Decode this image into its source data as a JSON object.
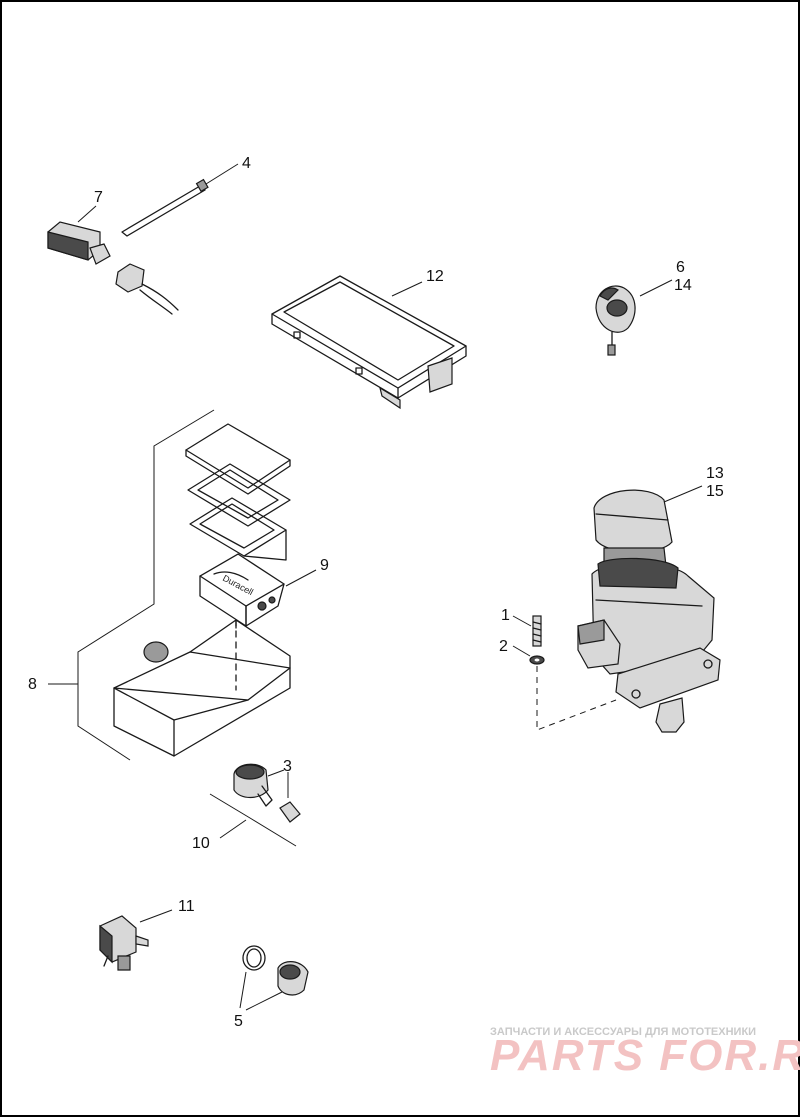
{
  "callouts": {
    "c1": "1",
    "c2": "2",
    "c3": "3",
    "c4": "4",
    "c5": "5",
    "c6": "6",
    "c7": "7",
    "c8": "8",
    "c9": "9",
    "c10": "10",
    "c11": "11",
    "c12": "12",
    "c13": "13",
    "c14": "14",
    "c15": "15"
  },
  "watermark": {
    "tagline": "ЗАПЧАСТИ И АКСЕССУАРЫ ДЛЯ МОТОТЕХНИКИ",
    "logo": "PARTS FOR.RU"
  },
  "colors": {
    "frame": "#000000",
    "line": "#1a1a1a",
    "watermark": "#f3c2c2"
  }
}
